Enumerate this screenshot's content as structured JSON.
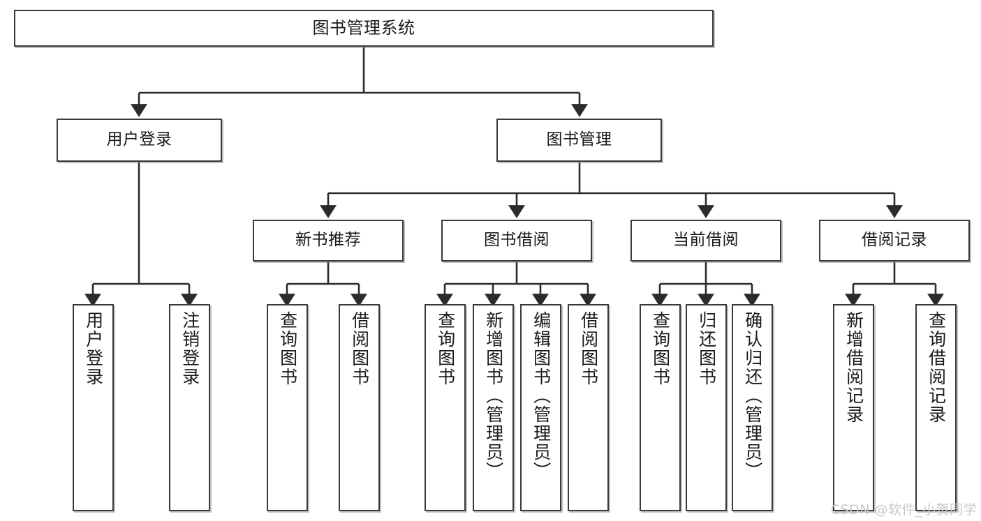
{
  "diagram": {
    "type": "tree",
    "title": "图书管理系统",
    "orientation": "top-down",
    "colors": {
      "box_border": "#3a3a3a",
      "box_fill": "#ffffff",
      "edge": "#2b2b2b",
      "text": "#1a1a1a",
      "watermark": "#c8c8c8"
    },
    "levels": {
      "level0": "系统",
      "level1": "模块",
      "level2": "子模块",
      "level3": "功能"
    }
  },
  "root": {
    "label": "图书管理系统"
  },
  "level1": [
    {
      "id": "user-login",
      "label": "用户登录"
    },
    {
      "id": "book-management",
      "label": "图书管理"
    }
  ],
  "level2": [
    {
      "id": "new-book-recommend",
      "label": "新书推荐",
      "parent": "book-management"
    },
    {
      "id": "book-borrow",
      "label": "图书借阅",
      "parent": "book-management"
    },
    {
      "id": "current-borrow",
      "label": "当前借阅",
      "parent": "book-management"
    },
    {
      "id": "borrow-record",
      "label": "借阅记录",
      "parent": "book-management"
    }
  ],
  "leaves": {
    "user_login": [
      {
        "id": "leaf-user-login",
        "label": "用户登录"
      },
      {
        "id": "leaf-logout-login",
        "label": "注销登录"
      }
    ],
    "new_book_recommend": [
      {
        "id": "leaf-query-book-1",
        "label": "查询图书"
      },
      {
        "id": "leaf-borrow-book-1",
        "label": "借阅图书"
      }
    ],
    "book_borrow": [
      {
        "id": "leaf-query-book-2",
        "label": "查询图书"
      },
      {
        "id": "leaf-add-book",
        "label": "新增图书（管理员）"
      },
      {
        "id": "leaf-edit-book",
        "label": "编辑图书（管理员）"
      },
      {
        "id": "leaf-borrow-book-2",
        "label": "借阅图书"
      }
    ],
    "current_borrow": [
      {
        "id": "leaf-query-book-3",
        "label": "查询图书"
      },
      {
        "id": "leaf-return-book",
        "label": "归还图书"
      },
      {
        "id": "leaf-confirm-return",
        "label": "确认归还（管理员）"
      }
    ],
    "borrow_record": [
      {
        "id": "leaf-add-record",
        "label": "新增借阅记录"
      },
      {
        "id": "leaf-query-record",
        "label": "查询借阅记录"
      }
    ]
  },
  "watermark": {
    "text": "CSDN @软件_小贺同学"
  }
}
